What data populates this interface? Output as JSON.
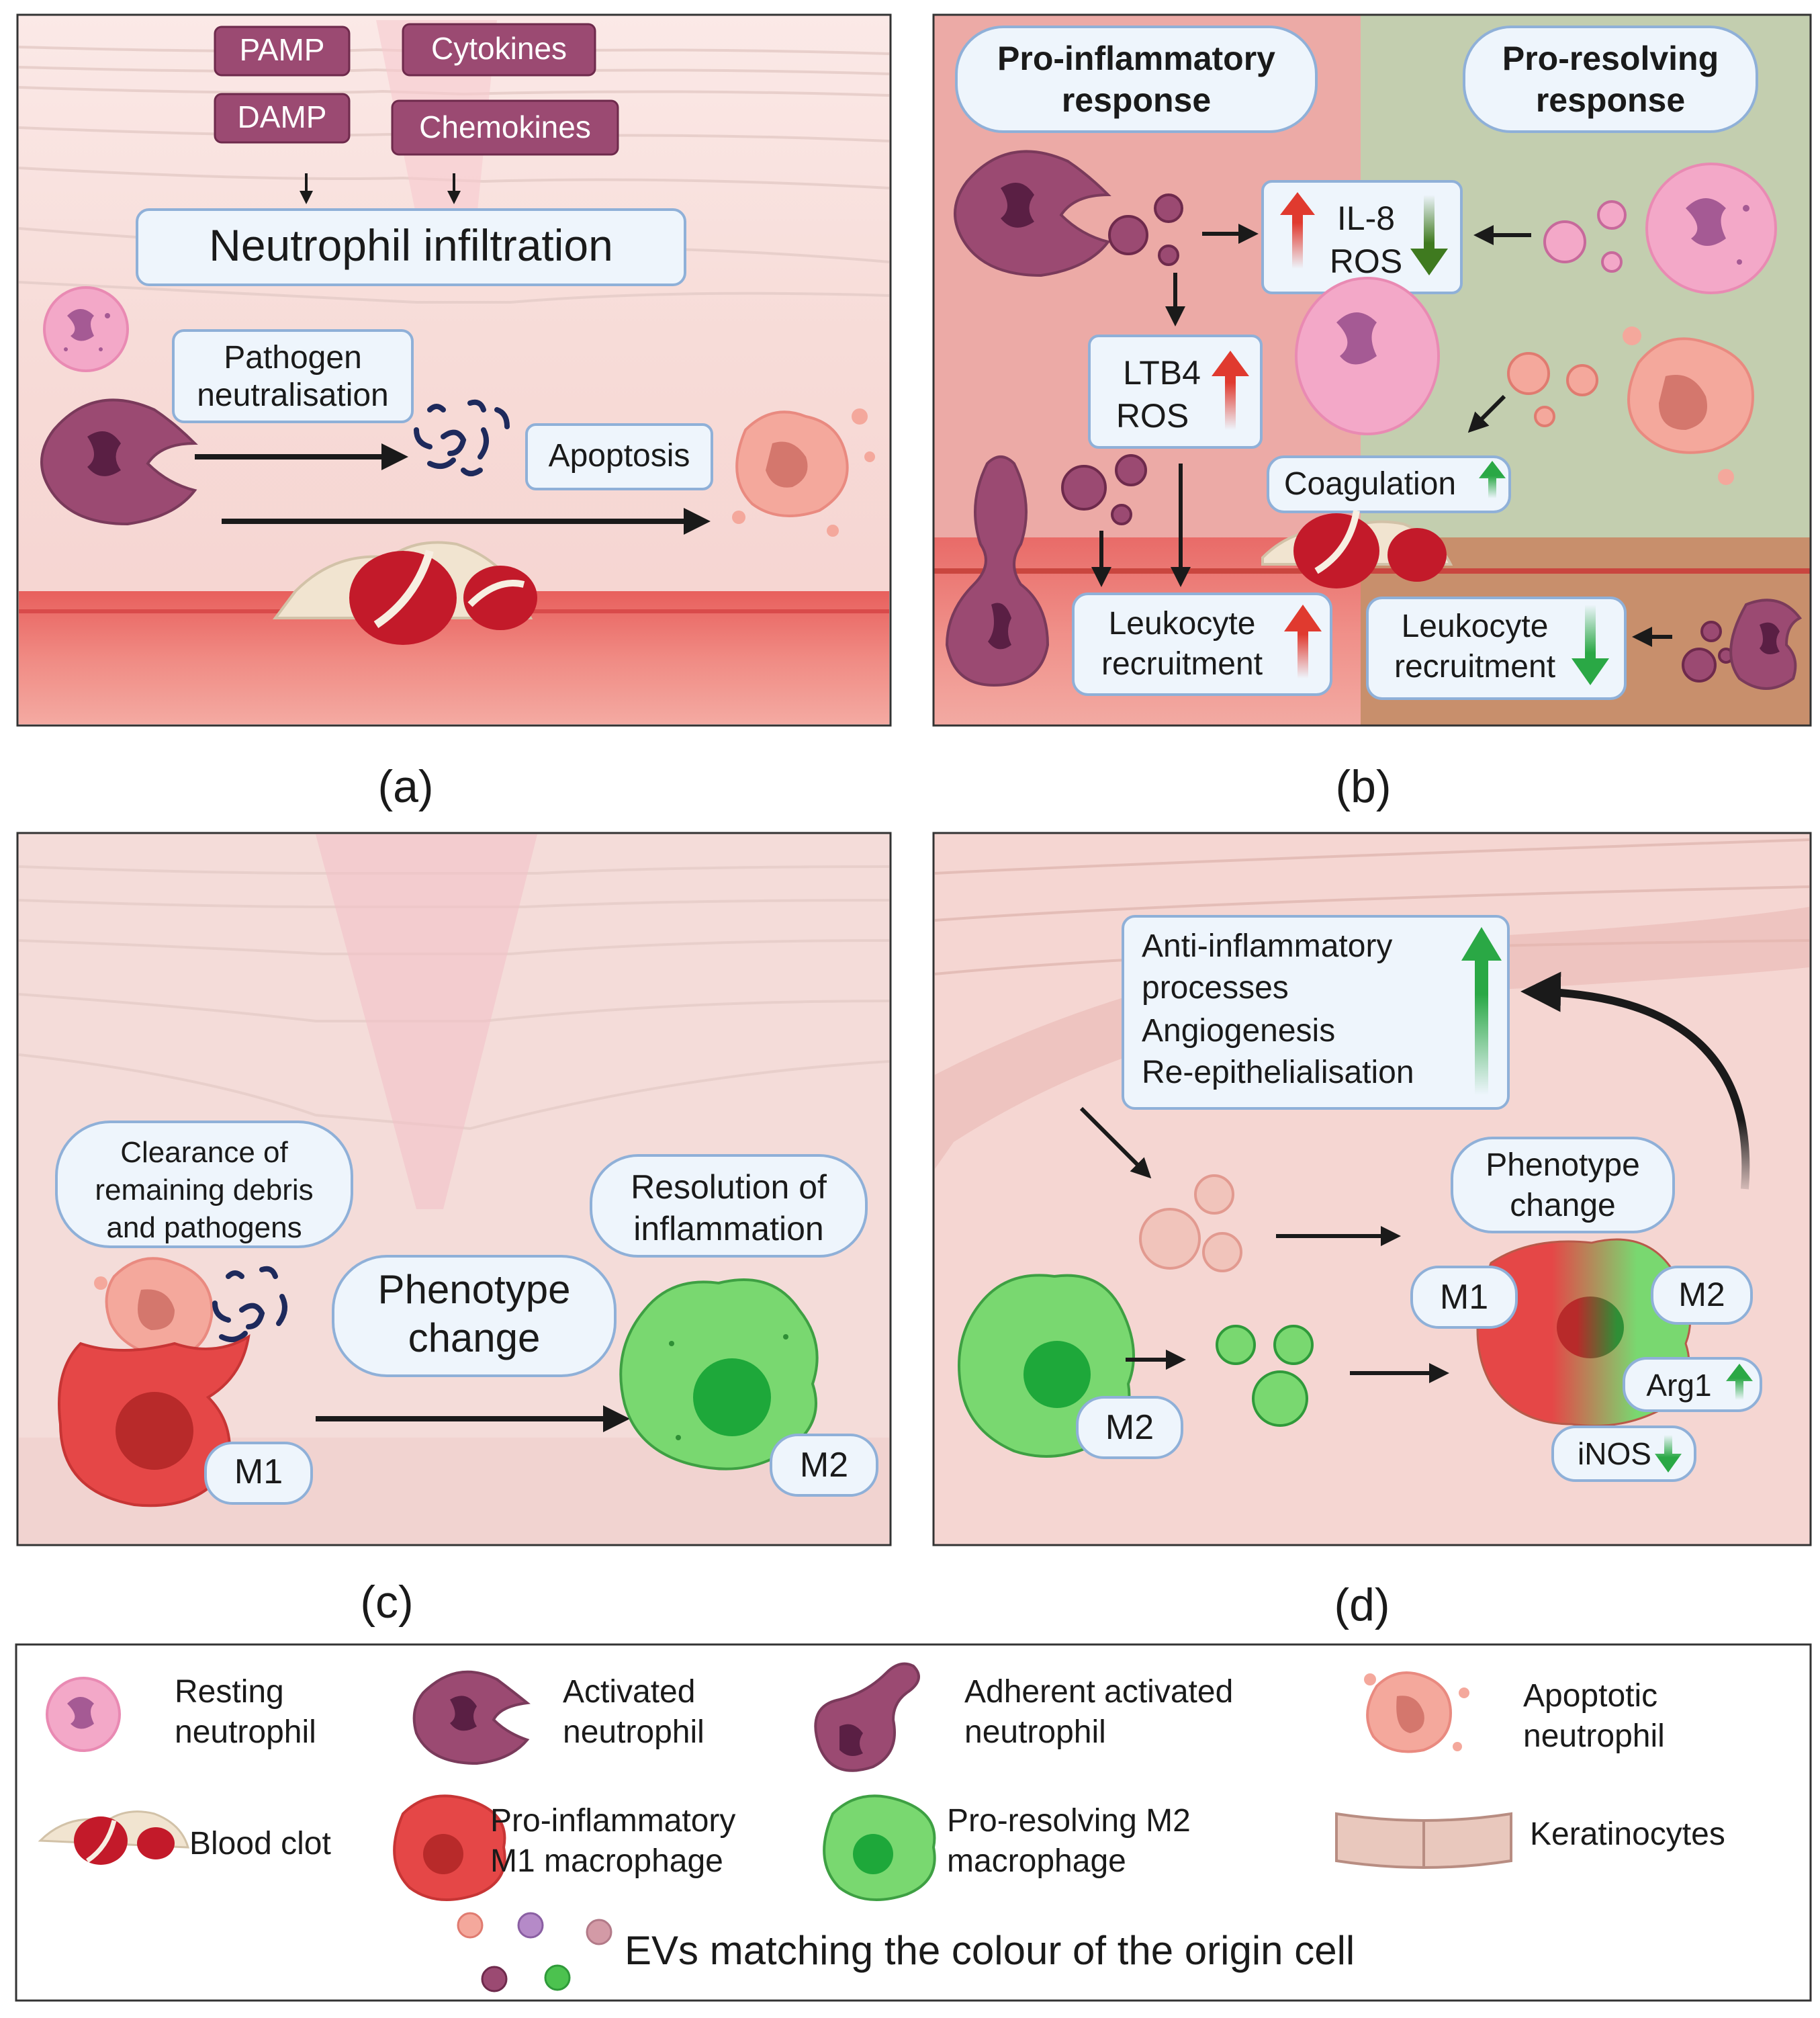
{
  "panel_a": {
    "caption": "(a)",
    "pamp": "PAMP",
    "damp": "DAMP",
    "cytokines": "Cytokines",
    "chemokines": "Chemokines",
    "infiltration": "Neutrophil infiltration",
    "pathogen_line1": "Pathogen",
    "pathogen_line2": "neutralisation",
    "apoptosis": "Apoptosis"
  },
  "panel_b": {
    "caption": "(b)",
    "pro_inflam_line1": "Pro-inflammatory",
    "pro_inflam_line2": "response",
    "pro_resolv_line1": "Pro-resolving",
    "pro_resolv_line2": "response",
    "il8": "IL-8",
    "ros": "ROS",
    "ltb4": "LTB4",
    "ltb4_ros": "ROS",
    "coagulation": "Coagulation",
    "leuko_up_line1": "Leukocyte",
    "leuko_up_line2": "recruitment",
    "leuko_down_line1": "Leukocyte",
    "leuko_down_line2": "recruitment"
  },
  "panel_c": {
    "caption": "(c)",
    "clearance_line1": "Clearance of",
    "clearance_line2": "remaining debris",
    "clearance_line3": "and pathogens",
    "phenotype_line1": "Phenotype",
    "phenotype_line2": "change",
    "resolution_line1": "Resolution of",
    "resolution_line2": "inflammation",
    "m1": "M1",
    "m2": "M2"
  },
  "panel_d": {
    "caption": "(d)",
    "anti_line1": "Anti-inflammatory",
    "anti_line2": "processes",
    "anti_line3": "Angiogenesis",
    "anti_line4": "Re-epithelialisation",
    "phenotype_line1": "Phenotype",
    "phenotype_line2": "change",
    "m1": "M1",
    "m2_right": "M2",
    "m2_left": "M2",
    "arg1": "Arg1",
    "inos": "iNOS"
  },
  "legend": {
    "resting_line1": "Resting",
    "resting_line2": "neutrophil",
    "activated_line1": "Activated",
    "activated_line2": "neutrophil",
    "adherent_line1": "Adherent activated",
    "adherent_line2": "neutrophil",
    "apoptotic_line1": "Apoptotic",
    "apoptotic_line2": "neutrophil",
    "clot": "Blood clot",
    "m1_line1": "Pro-inflammatory",
    "m1_line2": "M1 macrophage",
    "m2_line1": "Pro-resolving  M2",
    "m2_line2": "macrophage",
    "keratinocytes": "Keratinocytes",
    "evs": "EVs matching the colour of the origin cell"
  },
  "colors": {
    "red_arrow": "#e03a2f",
    "green_arrow": "#2aa845",
    "down_green": "#3f7a1f",
    "box_border": "#8fb0d8",
    "box_fill": "#eef5fc",
    "tag_fill": "#9b4a72"
  },
  "icons": [
    "resting-neutrophil-icon",
    "activated-neutrophil-icon",
    "adherent-neutrophil-icon",
    "apoptotic-neutrophil-icon",
    "blood-clot-icon",
    "m1-macrophage-icon",
    "m2-macrophage-icon",
    "keratinocyte-icon",
    "ev-icon"
  ]
}
